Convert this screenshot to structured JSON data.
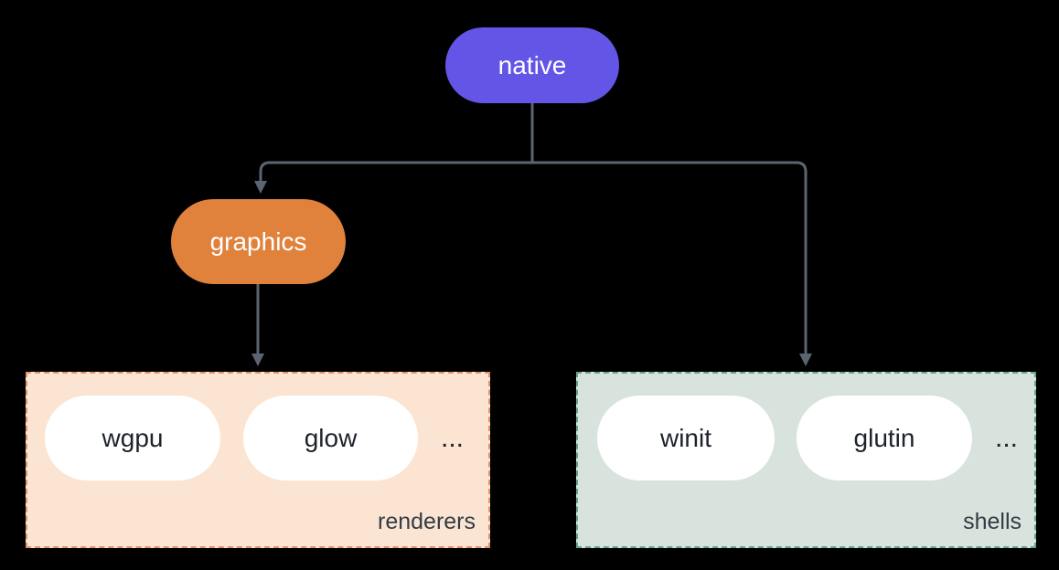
{
  "background": "#000000",
  "connector_color": "#5b6571",
  "nodes": {
    "native": {
      "label": "native",
      "fill": "#6356e6",
      "text_color": "#ffffff"
    },
    "graphics": {
      "label": "graphics",
      "fill": "#e0813c",
      "text_color": "#ffffff"
    }
  },
  "groups": {
    "renderers": {
      "label": "renderers",
      "fill": "#fbe5d2",
      "border": "#e2926b",
      "items": [
        {
          "label": "wgpu"
        },
        {
          "label": "glow"
        }
      ],
      "ellipsis": "..."
    },
    "shells": {
      "label": "shells",
      "fill": "#d8e3dd",
      "border": "#66a489",
      "items": [
        {
          "label": "winit"
        },
        {
          "label": "glutin"
        }
      ],
      "ellipsis": "..."
    }
  }
}
